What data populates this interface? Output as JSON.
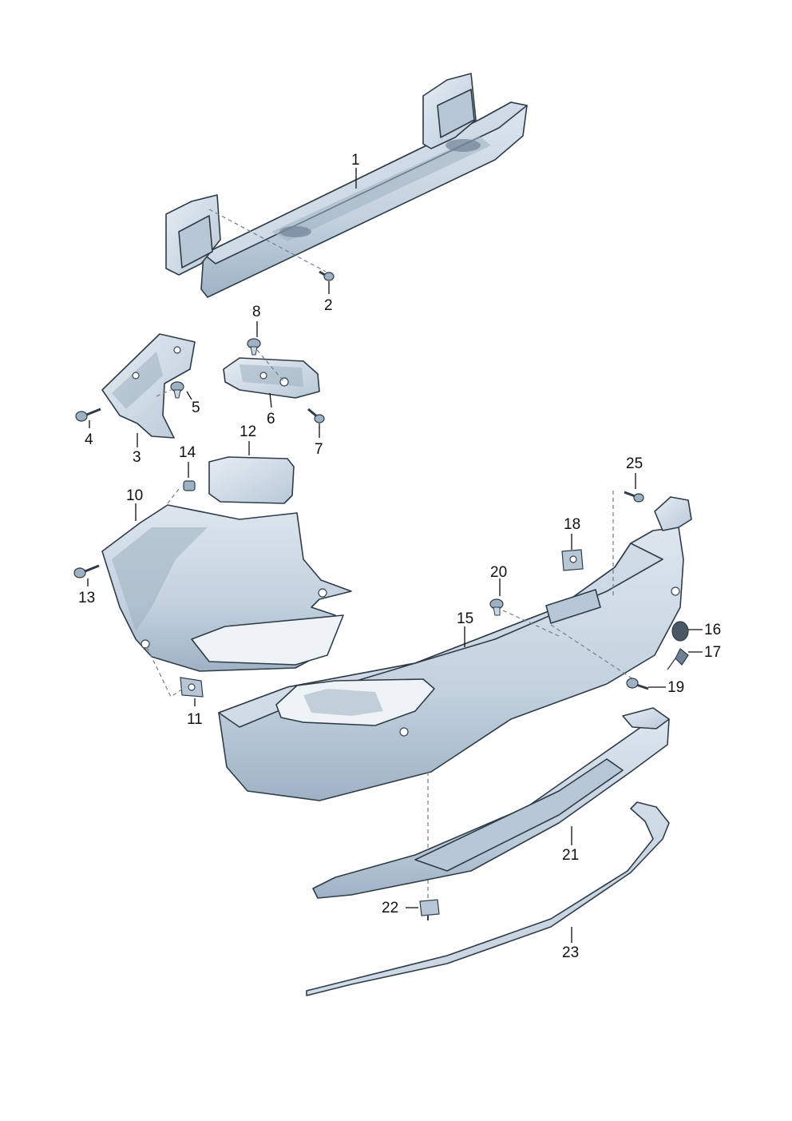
{
  "callouts": {
    "c1": "1",
    "c2": "2",
    "c3": "3",
    "c4": "4",
    "c5": "5",
    "c6": "6",
    "c7": "7",
    "c8": "8",
    "c10": "10",
    "c11": "11",
    "c12": "12",
    "c13": "13",
    "c14": "14",
    "c15": "15",
    "c16": "16",
    "c17": "17",
    "c18": "18",
    "c19": "19",
    "c20": "20",
    "c21": "21",
    "c22": "22",
    "c23": "23",
    "c25": "25"
  },
  "colors": {
    "part_fill": "#c9d6e3",
    "part_fill_light": "#dde6ef",
    "outline": "#2f3c48"
  }
}
